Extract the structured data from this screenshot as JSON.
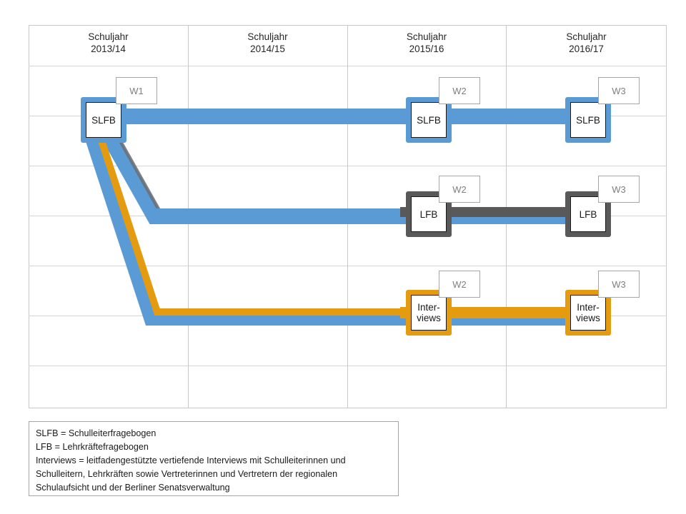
{
  "chart_data": {
    "type": "diagram",
    "title": "",
    "subtitle": "",
    "xlabel": "",
    "ylabel": "",
    "grid": true,
    "legend_position": "bottom-left",
    "columns": [
      {
        "line1": "Schuljahr",
        "line2": "2013/14"
      },
      {
        "line1": "Schuljahr",
        "line2": "2014/15"
      },
      {
        "line1": "Schuljahr",
        "line2": "2015/16"
      },
      {
        "line1": "Schuljahr",
        "line2": "2016/17"
      }
    ],
    "series": [
      {
        "name": "SLFB",
        "color": "#5b9bd5",
        "row": 1,
        "nodes": [
          {
            "label": "SLFB",
            "column": "2013/14",
            "wave": "W1"
          },
          {
            "label": "SLFB",
            "column": "2015/16",
            "wave": "W2"
          },
          {
            "label": "SLFB",
            "column": "2016/17",
            "wave": "W3"
          }
        ]
      },
      {
        "name": "LFB",
        "color": "#595959",
        "row": 2,
        "nodes": [
          {
            "label": "LFB",
            "column": "2015/16",
            "wave": "W2"
          },
          {
            "label": "LFB",
            "column": "2016/17",
            "wave": "W3"
          }
        ]
      },
      {
        "name": "Interviews",
        "color": "#e49b0f",
        "row": 3,
        "nodes": [
          {
            "label": "Inter-\nviews",
            "column": "2015/16",
            "wave": "W2"
          },
          {
            "label": "Inter-\nviews",
            "column": "2016/17",
            "wave": "W3"
          }
        ]
      }
    ],
    "colors": {
      "blue": "#5b9bd5",
      "gray": "#595959",
      "orange": "#e49b0f",
      "grid": "#d5d5d5",
      "frame": "#c8c8c8",
      "wave_border": "#a6a6a6",
      "wave_text": "#7f7f7f",
      "text": "#1a1a1a"
    }
  },
  "header": {
    "col1_line1": "Schuljahr",
    "col1_line2": "2013/14",
    "col2_line1": "Schuljahr",
    "col2_line2": "2014/15",
    "col3_line1": "Schuljahr",
    "col3_line2": "2015/16",
    "col4_line1": "Schuljahr",
    "col4_line2": "2016/17"
  },
  "nodes": {
    "slfb_2013": "SLFB",
    "slfb_2015": "SLFB",
    "slfb_2016": "SLFB",
    "lfb_2015": "LFB",
    "lfb_2016": "LFB",
    "interviews_2015": "Inter-\nviews",
    "interviews_2016": "Inter-\nviews"
  },
  "waves": {
    "slfb_2013": "W1",
    "slfb_2015": "W2",
    "slfb_2016": "W3",
    "lfb_2015": "W2",
    "lfb_2016": "W3",
    "interviews_2015": "W2",
    "interviews_2016": "W3"
  },
  "legend": {
    "line1": "SLFB = Schulleiterfragebogen",
    "line2": "LFB = Lehrkräftefragebogen",
    "line3": "Interviews = leitfadengestützte vertiefende Interviews mit Schulleiterinnen und",
    "line4": "Schulleitern, Lehrkräften sowie Vertreterinnen und Vertretern der regionalen",
    "line5": "Schulaufsicht und der Berliner Senatsverwaltung"
  }
}
